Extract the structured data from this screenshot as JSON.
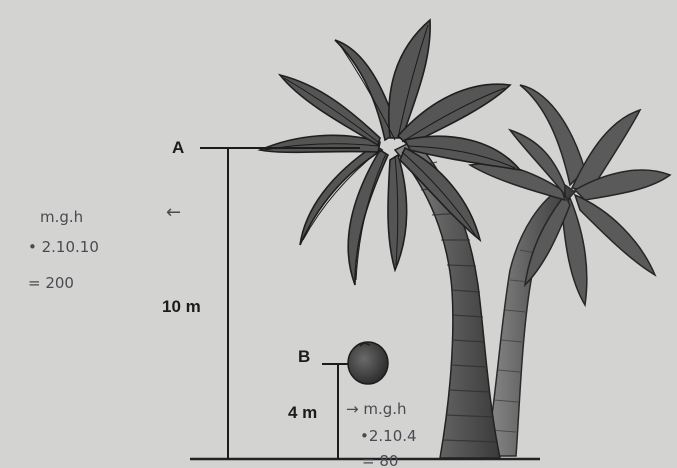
{
  "labels": {
    "point_a": "A",
    "point_b": "B",
    "height_a": "10 m",
    "height_b": "4 m"
  },
  "notes_left": {
    "line1": "m.g.h",
    "line2": "• 2.10.10",
    "line3": "= 200",
    "arrow": "←"
  },
  "notes_right": {
    "line1": "→ m.g.h",
    "line2": "•2.10.4",
    "line3": "= 80"
  },
  "colors": {
    "background": "#d3d3d1",
    "ink": "#1c1c1c",
    "pencil": "#4a4a52",
    "foliage": "#555555",
    "trunk": "#6a6a6a"
  }
}
